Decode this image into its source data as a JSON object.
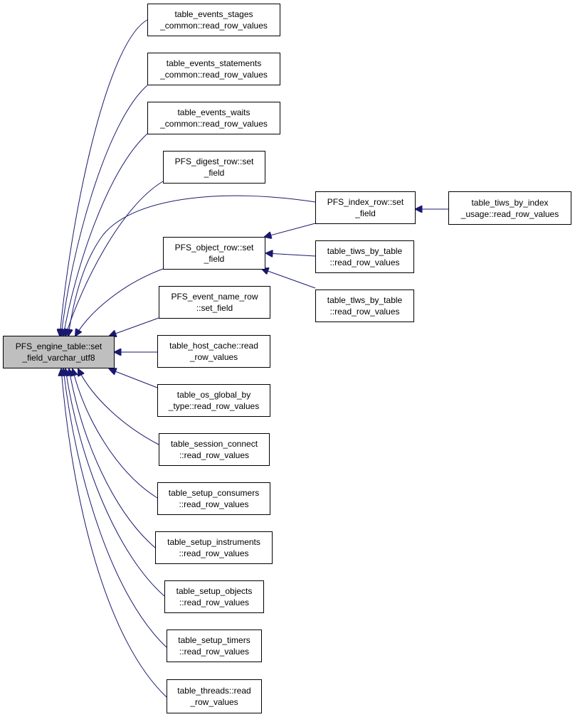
{
  "colors": {
    "edge": "#191970",
    "root_fill": "#bfbfbf",
    "node_fill": "#ffffff",
    "border": "#000000"
  },
  "root": {
    "line1": "PFS_engine_table::set",
    "line2": "_field_varchar_utf8"
  },
  "nodes": {
    "events_stages": {
      "line1": "table_events_stages",
      "line2": "_common::read_row_values"
    },
    "events_statements": {
      "line1": "table_events_statements",
      "line2": "_common::read_row_values"
    },
    "events_waits": {
      "line1": "table_events_waits",
      "line2": "_common::read_row_values"
    },
    "digest_row": {
      "line1": "PFS_digest_row::set",
      "line2": "_field"
    },
    "object_row": {
      "line1": "PFS_object_row::set",
      "line2": "_field"
    },
    "event_name_row": {
      "line1": "PFS_event_name_row",
      "line2": "::set_field"
    },
    "host_cache": {
      "line1": "table_host_cache::read",
      "line2": "_row_values"
    },
    "os_global": {
      "line1": "table_os_global_by",
      "line2": "_type::read_row_values"
    },
    "session_connect": {
      "line1": "table_session_connect",
      "line2": "::read_row_values"
    },
    "setup_consumers": {
      "line1": "table_setup_consumers",
      "line2": "::read_row_values"
    },
    "setup_instruments": {
      "line1": "table_setup_instruments",
      "line2": "::read_row_values"
    },
    "setup_objects": {
      "line1": "table_setup_objects",
      "line2": "::read_row_values"
    },
    "setup_timers": {
      "line1": "table_setup_timers",
      "line2": "::read_row_values"
    },
    "threads": {
      "line1": "table_threads::read",
      "line2": "_row_values"
    },
    "index_row": {
      "line1": "PFS_index_row::set",
      "line2": "_field"
    },
    "tiws_by_table": {
      "line1": "table_tiws_by_table",
      "line2": "::read_row_values"
    },
    "tlws_by_table": {
      "line1": "table_tlws_by_table",
      "line2": "::read_row_values"
    },
    "tiws_by_index": {
      "line1": "table_tiws_by_index",
      "line2": "_usage::read_row_values"
    }
  }
}
